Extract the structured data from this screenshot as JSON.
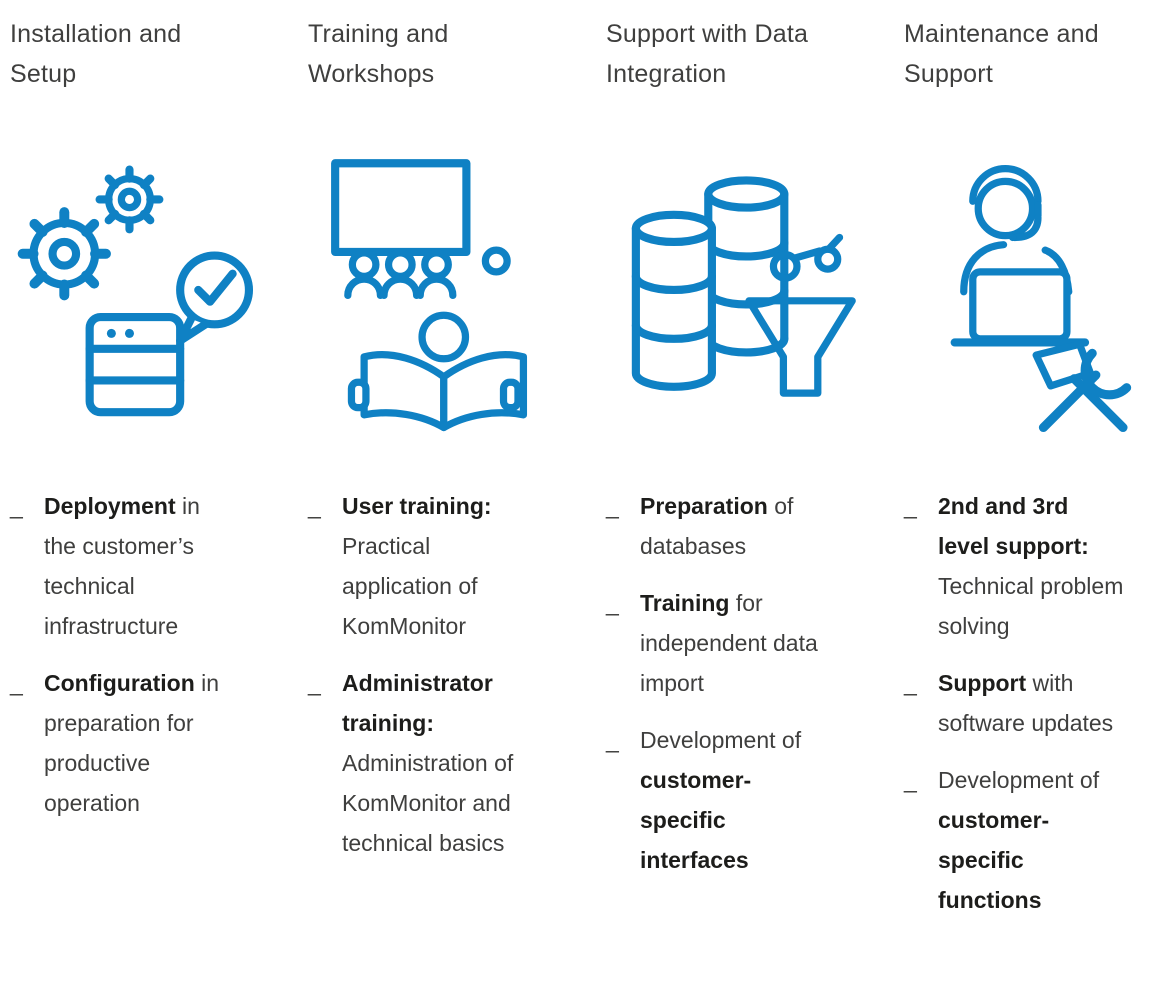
{
  "colors": {
    "accent": "#0f81c4",
    "text": "#3f3f3e",
    "bold_text": "#1d1d1b",
    "background": "#ffffff"
  },
  "bullet_char": "_",
  "columns": [
    {
      "title": "Installation and Setup",
      "icons": [
        "gears-icon",
        "server-icon",
        "check-bubble-icon"
      ],
      "items": [
        {
          "segments": [
            {
              "text": "Deployment",
              "bold": true
            },
            {
              "text": " in the customer’s technical infrastructure",
              "bold": false
            }
          ]
        },
        {
          "segments": [
            {
              "text": "Configuration",
              "bold": true
            },
            {
              "text": " in preparation for productive operation",
              "bold": false
            }
          ]
        }
      ]
    },
    {
      "title": "Training and Workshops",
      "icons": [
        "presentation-board-icon",
        "audience-icon",
        "reading-person-icon"
      ],
      "items": [
        {
          "segments": [
            {
              "text": "User training:",
              "bold": true
            },
            {
              "text": " Practical application of KomMonitor",
              "bold": false
            }
          ]
        },
        {
          "segments": [
            {
              "text": "Administrator training:",
              "bold": true
            },
            {
              "text": " Administration of KomMonitor and technical basics",
              "bold": false
            }
          ]
        }
      ]
    },
    {
      "title": "Support with Data Integration",
      "icons": [
        "databases-icon",
        "data-points-icon",
        "funnel-icon"
      ],
      "items": [
        {
          "segments": [
            {
              "text": "Preparation",
              "bold": true
            },
            {
              "text": " of databases",
              "bold": false
            }
          ]
        },
        {
          "segments": [
            {
              "text": "Training",
              "bold": true
            },
            {
              "text": " for independent data import",
              "bold": false
            }
          ]
        },
        {
          "segments": [
            {
              "text": "Development of ",
              "bold": false
            },
            {
              "text": "customer-specific interfaces",
              "bold": true
            }
          ]
        }
      ]
    },
    {
      "title": "Maintenance and Support",
      "icons": [
        "support-agent-icon",
        "laptop-icon",
        "hammer-icon",
        "wrench-icon"
      ],
      "items": [
        {
          "segments": [
            {
              "text": "2nd and 3rd level support:",
              "bold": true
            },
            {
              "text": " Technical problem solving",
              "bold": false
            }
          ]
        },
        {
          "segments": [
            {
              "text": "Support",
              "bold": true
            },
            {
              "text": " with software updates",
              "bold": false
            }
          ]
        },
        {
          "segments": [
            {
              "text": "Development of ",
              "bold": false
            },
            {
              "text": "customer-specific functions",
              "bold": true
            }
          ]
        }
      ]
    }
  ]
}
